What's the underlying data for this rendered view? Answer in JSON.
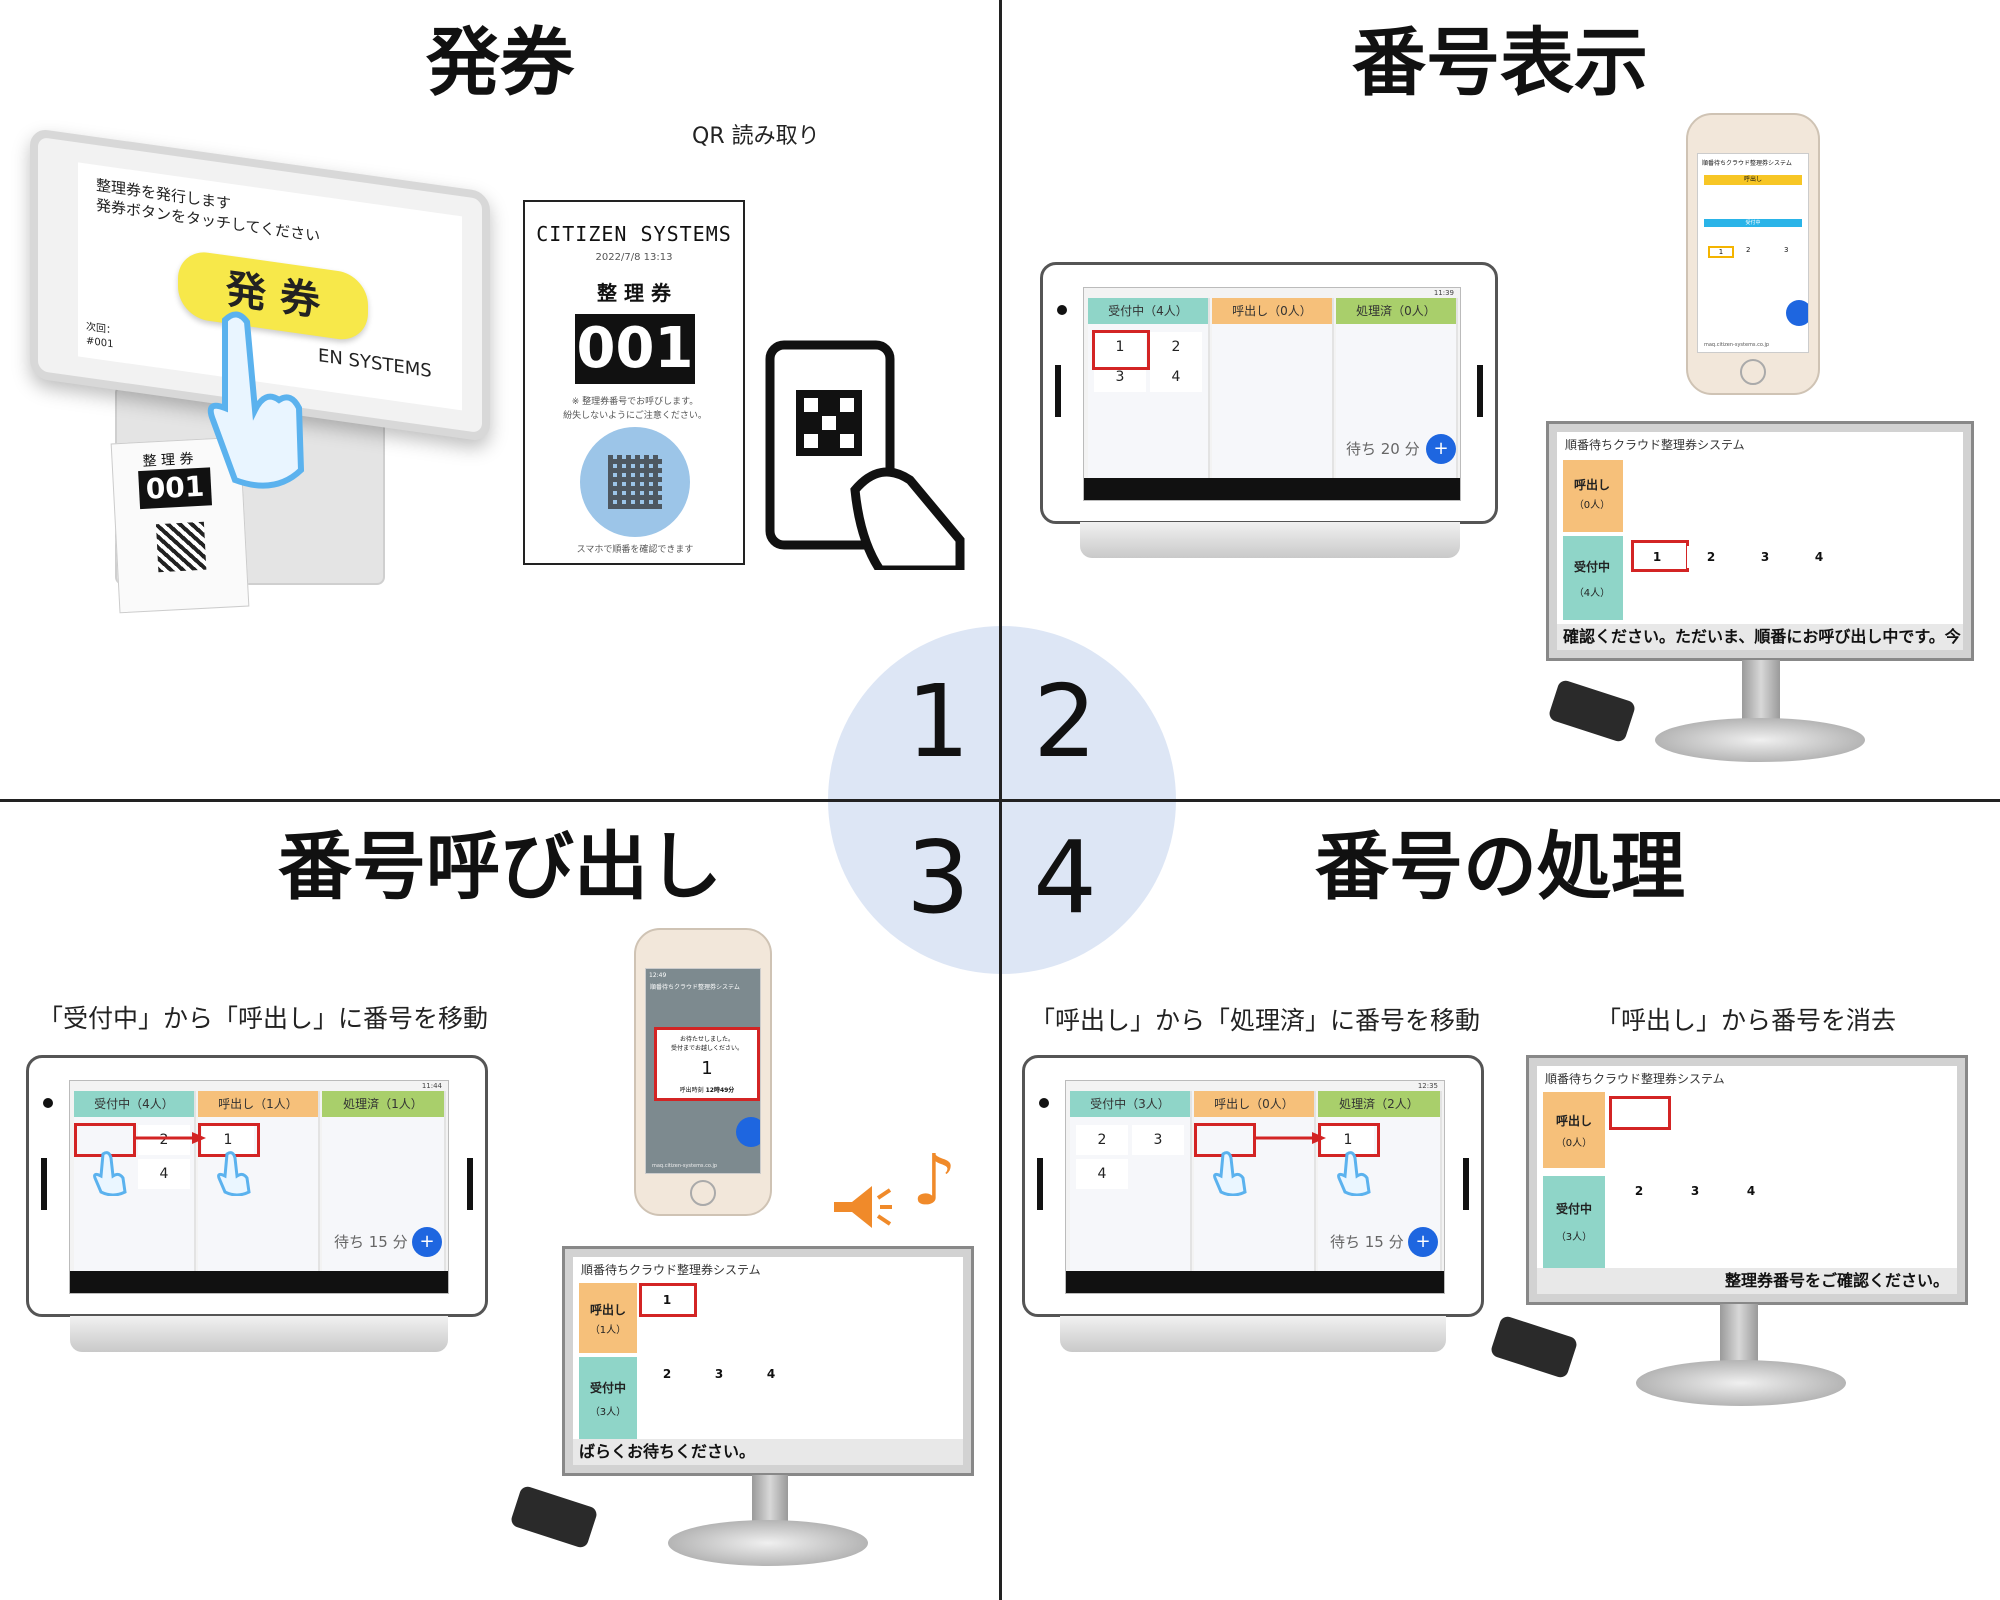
{
  "steps": {
    "s1": "1",
    "s2": "2",
    "s3": "3",
    "s4": "4"
  },
  "q1": {
    "title": "発券",
    "qr_caption": "QR 読み取り",
    "kiosk_line1": "整理券を発行します",
    "kiosk_line2": "発券ボタンをタッチしてください",
    "kiosk_button": "発 券",
    "kiosk_next_label": "次回：",
    "kiosk_next_num": "#001",
    "kiosk_brand": "EN SYSTEMS",
    "printed_label": "整 理 券",
    "printed_num": "001",
    "ticket_brand": "CITIZEN SYSTEMS",
    "ticket_date": "2022/7/8 13:13",
    "ticket_label": "整 理 券",
    "ticket_num": "001",
    "ticket_note1": "※ 整理券番号でお呼びします。",
    "ticket_note2": "紛失しないようにご注意ください。",
    "ticket_note3": "スマホで順番を確認できます"
  },
  "q2": {
    "title": "番号表示",
    "phone_app_title": "順番待ちクラウド整理券システム",
    "phone_calling": "呼出し",
    "phone_waiting": "受付中",
    "phone_nums": [
      "1",
      "2",
      "3"
    ],
    "phone_url": "maq.citizen-systems.co.jp",
    "tablet_time": "11:39",
    "col_recv": "受付中（4人）",
    "col_call": "呼出し（0人）",
    "col_done": "処理済（0人）",
    "nums": [
      "1",
      "2",
      "3",
      "4"
    ],
    "wait": "待ち 20 分",
    "fab": "+",
    "monitor_title": "順番待ちクラウド整理券システム",
    "mon_call": "呼出し",
    "mon_call_count": "（0人）",
    "mon_recv": "受付中",
    "mon_recv_count": "（4人）",
    "mon_nums": [
      "1",
      "2",
      "3",
      "4"
    ],
    "ticker": "確認ください。ただいま、順番にお呼び出し中です。今しば"
  },
  "q3": {
    "title": "番号呼び出し",
    "caption": "「受付中」から「呼出し」に番号を移動",
    "tablet_time": "11:44",
    "col_recv": "受付中（4人）",
    "col_call": "呼出し（1人）",
    "col_done": "処理済（1人）",
    "recv_nums": [
      "2",
      "4"
    ],
    "call_nums": [
      "1"
    ],
    "wait": "待ち 15 分",
    "fab": "+",
    "phone_time": "12:49",
    "phone_app_title": "順番待ちクラウド整理券システム",
    "phone_msg1": "お待たせしました。",
    "phone_msg2": "受付までお越しください。",
    "phone_num": "1",
    "phone_called_at_label": "呼出時刻",
    "phone_called_at": "12時49分",
    "phone_url": "maq.citizen-systems.co.jp",
    "monitor_title": "順番待ちクラウド整理券システム",
    "mon_call": "呼出し",
    "mon_call_count": "（1人）",
    "mon_call_nums": [
      "1"
    ],
    "mon_recv": "受付中",
    "mon_recv_count": "（3人）",
    "mon_recv_nums": [
      "2",
      "3",
      "4"
    ],
    "ticker": "ばらくお待ちください。",
    "note_glyph": "♪"
  },
  "q4": {
    "title": "番号の処理",
    "caption_left": "「呼出し」から「処理済」に番号を移動",
    "caption_right": "「呼出し」から番号を消去",
    "tablet_time": "12:35",
    "col_recv": "受付中（3人）",
    "col_call": "呼出し（0人）",
    "col_done": "処理済（2人）",
    "recv_nums": [
      "2",
      "3",
      "4"
    ],
    "done_nums": [
      "1"
    ],
    "wait": "待ち 15 分",
    "fab": "+",
    "monitor_title": "順番待ちクラウド整理券システム",
    "mon_call": "呼出し",
    "mon_call_count": "（0人）",
    "mon_recv": "受付中",
    "mon_recv_count": "（3人）",
    "mon_recv_nums": [
      "2",
      "3",
      "4"
    ],
    "ticker": "整理券番号をご確認ください。"
  },
  "colors": {
    "col_recv": "#8fd5c8",
    "col_call": "#f6c07a",
    "col_done": "#a9cf6b",
    "highlight_red": "#d32424",
    "circle": "#dde6f5",
    "accent_orange": "#f08a2a",
    "fab_blue": "#1e66e0"
  }
}
